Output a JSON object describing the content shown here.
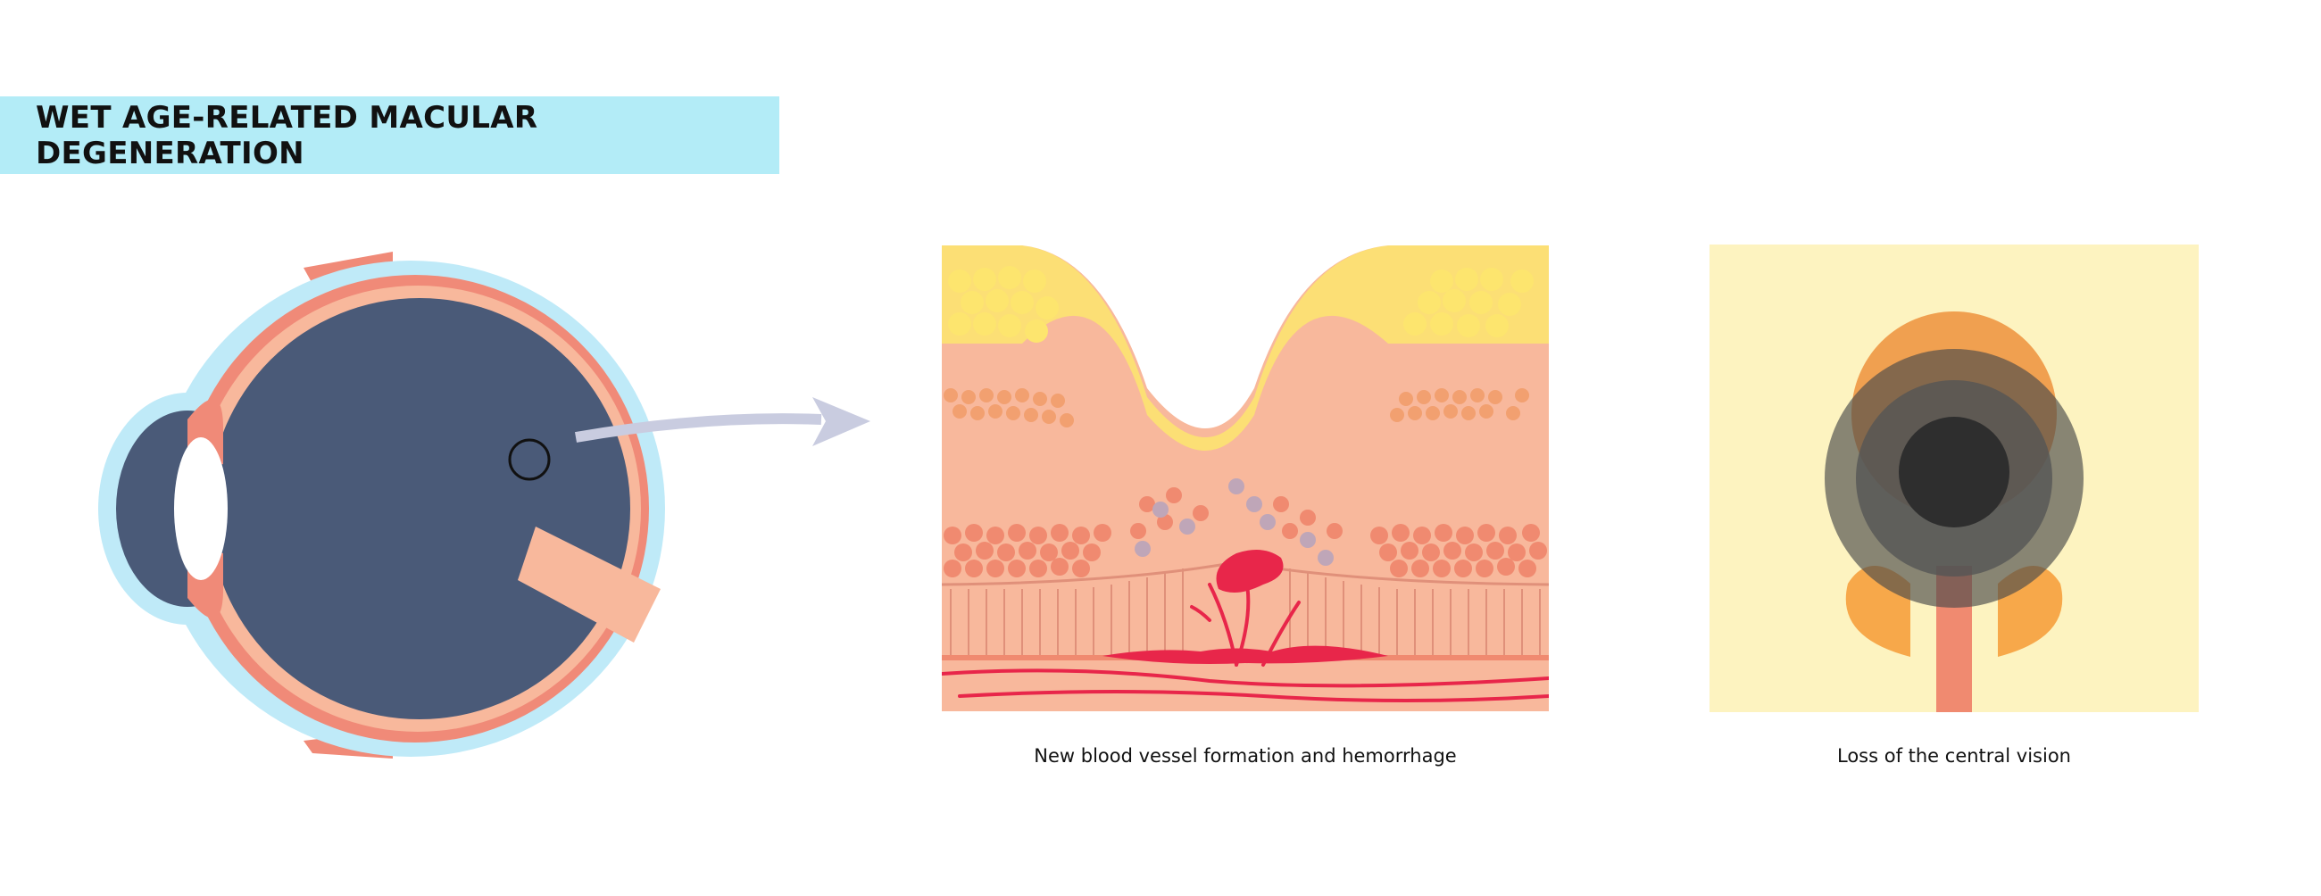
{
  "title": "WET AGE-RELATED MACULAR DEGENERATION",
  "captions": {
    "retina": "New blood vessel formation and hemorrhage",
    "vision": "Loss of the central vision"
  },
  "colors": {
    "banner": "#b3ecf7",
    "eye_outer": "#bfeaf8",
    "eye_wall": "#f08a78",
    "eye_inner": "#4a5a78",
    "tissue": "#f8b89c",
    "fat": "#fde56e",
    "cells": "#f08a70",
    "blood": "#e8264a",
    "vision_bg": "#fdf3c0",
    "arrow": "#c9cce0"
  },
  "icons": [
    "eyeball-cross-section",
    "zoom-circle",
    "arrow",
    "retina-layers",
    "vision-loss-figure"
  ]
}
